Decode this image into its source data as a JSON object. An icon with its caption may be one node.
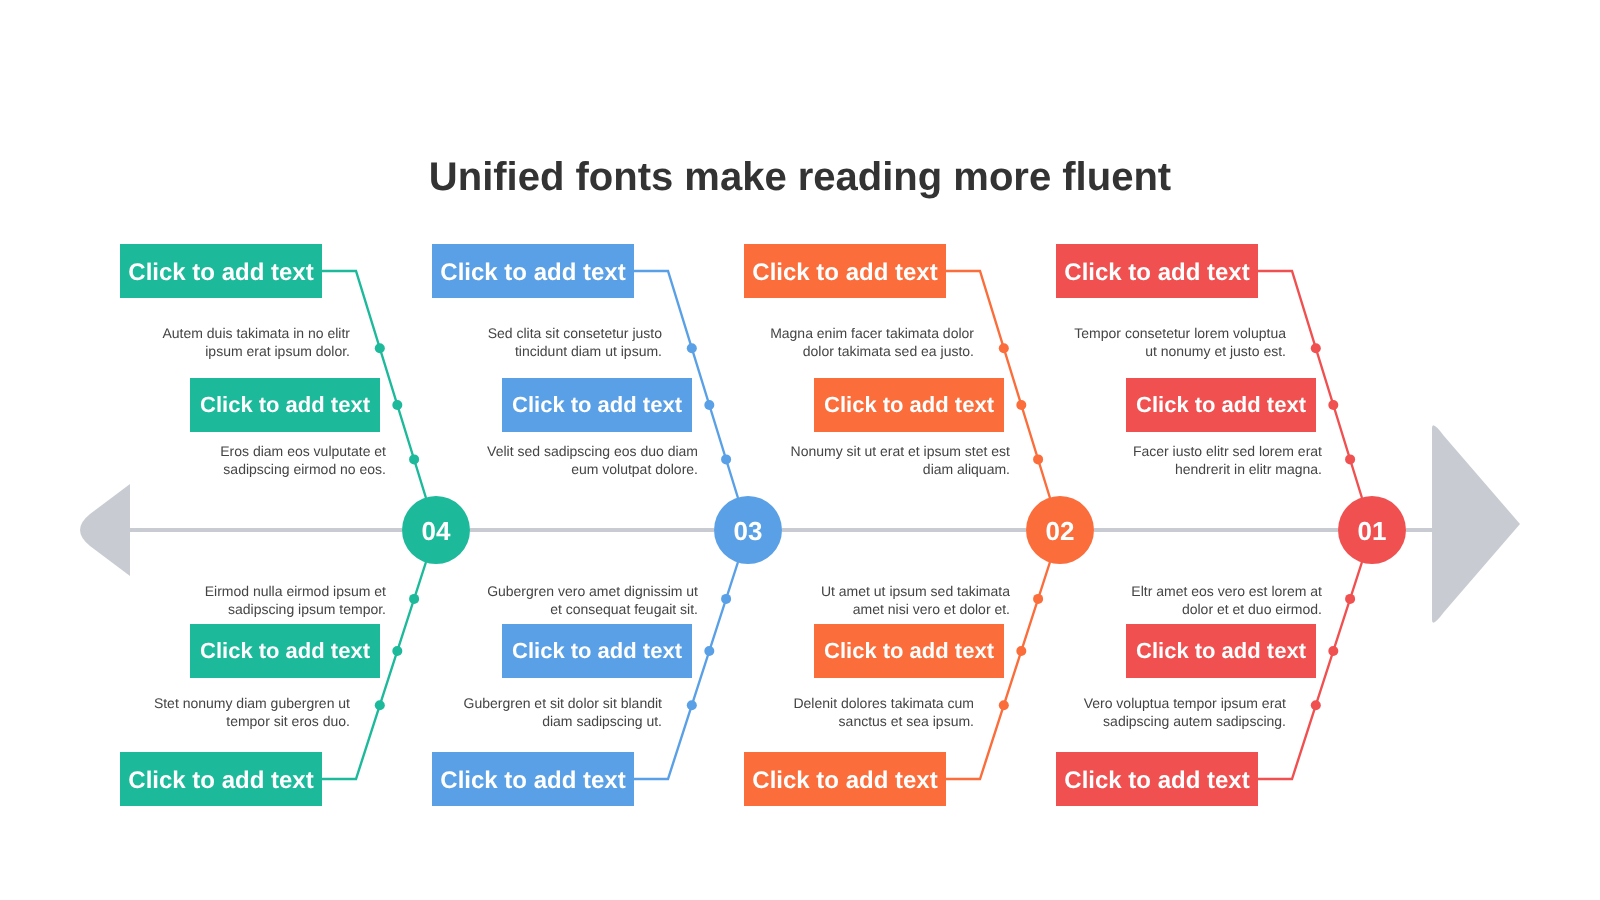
{
  "diagram": {
    "title": "Unified fonts make reading more fluent",
    "nodes": [
      {
        "text": [
          "Click to add text"
        ]
      },
      {
        "text": [
          "Click to add text"
        ]
      },
      {
        "text": [
          "Click to add text"
        ]
      },
      {
        "text": [
          "Click to add text"
        ]
      },
      {
        "text": [
          "Click to add text"
        ]
      },
      {
        "text": [
          "Click to add text"
        ]
      },
      {
        "text": [
          "Click to add text"
        ]
      },
      {
        "text": [
          "Click to add text"
        ]
      },
      {
        "text": [],
        "shape": "triangle"
      },
      {
        "text": [
          "04"
        ]
      },
      {
        "text": [
          "03"
        ]
      },
      {
        "text": [
          "02"
        ]
      },
      {
        "text": [
          "01"
        ]
      },
      {
        "text": [],
        "shape": "arrow"
      },
      {
        "text": [
          "Click to add text"
        ]
      },
      {
        "text": [
          "Click to add text"
        ]
      },
      {
        "text": [
          "Click to add text"
        ]
      },
      {
        "text": [
          "Click to add text"
        ]
      },
      {
        "text": [
          "Click to add text"
        ]
      },
      {
        "text": [
          "Click to add text"
        ]
      },
      {
        "text": [
          "Click to add text"
        ]
      },
      {
        "text": [
          "Click to add text"
        ]
      }
    ],
    "edges": [
      {
        "from": 8,
        "to": 9,
        "arrow": "none"
      },
      {
        "from": 9,
        "to": 10,
        "arrow": "none"
      },
      {
        "from": 10,
        "to": 11,
        "arrow": "none"
      },
      {
        "from": 11,
        "to": 12,
        "arrow": "none"
      },
      {
        "from": 12,
        "to": 13,
        "arrow": "none"
      },
      {
        "from": 0,
        "to": 9,
        "arrow": "none",
        "color": "#1cb99a"
      },
      {
        "from": 1,
        "to": 10,
        "arrow": "none",
        "color": "#5aa0e6"
      },
      {
        "from": 2,
        "to": 11,
        "arrow": "none",
        "color": "#fb6d3a"
      },
      {
        "from": 3,
        "to": 12,
        "arrow": "none",
        "color": "#f05050"
      },
      {
        "from": 18,
        "to": 9,
        "arrow": "none",
        "color": "#1cb99a"
      },
      {
        "from": 19,
        "to": 10,
        "arrow": "none",
        "color": "#5aa0e6"
      },
      {
        "from": 20,
        "to": 11,
        "arrow": "none",
        "color": "#fb6d3a"
      },
      {
        "from": 21,
        "to": 12,
        "arrow": "none",
        "color": "#f05050"
      }
    ],
    "labels": [
      "Autem duis takimata in no elitr ipsum erat ipsum dolor.",
      "Sed clita sit consetetur justo tincidunt diam ut ipsum.",
      "Magna enim facer takimata dolor dolor takimata sed ea justo.",
      "Tempor consetetur lorem voluptua ut nonumy et justo est.",
      "Eros diam eos vulputate et sadipscing eirmod no eos.",
      "Velit sed sadipscing eos duo diam eum volutpat dolore.",
      "Nonumy sit ut erat et ipsum stet est diam aliquam.",
      "Facer iusto elitr sed lorem erat hendrerit in elitr magna.",
      "Eirmod nulla eirmod ipsum et sadipscing ipsum tempor.",
      "Gubergren vero amet dignissim ut et consequat feugait sit.",
      "Ut amet ut ipsum sed takimata amet nisi vero et dolor et.",
      "Eltr amet eos vero est lorem at dolor et et duo eirmod.",
      "Stet nonumy diam gubergren ut tempor sit eros duo.",
      "Gubergren et sit dolor sit blandit diam sadipscing ut.",
      "Delenit dolores takimata cum sanctus et sea ipsum.",
      "Vero voluptua tempor ipsum erat sadipscing autem sadipscing."
    ]
  }
}
